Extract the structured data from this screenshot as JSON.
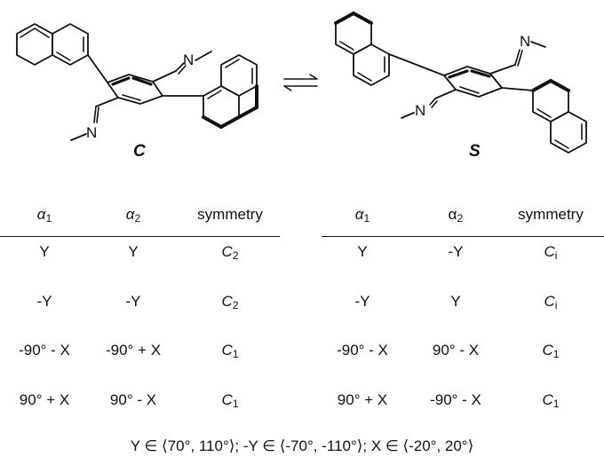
{
  "scheme": {
    "conformer_left_label": "C",
    "conformer_right_label": "S",
    "imine_label": "N"
  },
  "tables": [
    {
      "headers": [
        {
          "base": "α",
          "sub": "1",
          "italic": true
        },
        {
          "base": "α",
          "sub": "2",
          "italic": true
        },
        {
          "base": "symmetry",
          "sub": "",
          "italic": false
        }
      ],
      "rows": [
        [
          {
            "text": "Y"
          },
          {
            "text": "Y"
          },
          {
            "base": "C",
            "sub": "2"
          }
        ],
        [
          {
            "text": "-Y"
          },
          {
            "text": "-Y"
          },
          {
            "base": "C",
            "sub": "2"
          }
        ],
        [
          {
            "text": "-90° - X"
          },
          {
            "text": "-90° + X"
          },
          {
            "base": "C",
            "sub": "1"
          }
        ],
        [
          {
            "text": "90° + X"
          },
          {
            "text": "90° - X"
          },
          {
            "base": "C",
            "sub": "1"
          }
        ]
      ]
    },
    {
      "headers": [
        {
          "base": "α",
          "sub": "1",
          "italic": true
        },
        {
          "base": "α",
          "sub": "2",
          "italic": false
        },
        {
          "base": "symmetry",
          "sub": "",
          "italic": false
        }
      ],
      "rows": [
        [
          {
            "text": "Y"
          },
          {
            "text": "-Y"
          },
          {
            "base": "C",
            "sub": "i"
          }
        ],
        [
          {
            "text": "-Y"
          },
          {
            "text": "Y"
          },
          {
            "base": "C",
            "sub": "i"
          }
        ],
        [
          {
            "text": "-90° - X"
          },
          {
            "text": "90° - X"
          },
          {
            "base": "C",
            "sub": "1"
          }
        ],
        [
          {
            "text": "90° + X"
          },
          {
            "text": "-90° - X"
          },
          {
            "base": "C",
            "sub": "1"
          }
        ]
      ]
    }
  ],
  "footer": "Y ∈ ⟨70°, 110°⟩; -Y ∈ ⟨-70°, -110°⟩; X ∈ ⟨-20°, 20°⟩"
}
